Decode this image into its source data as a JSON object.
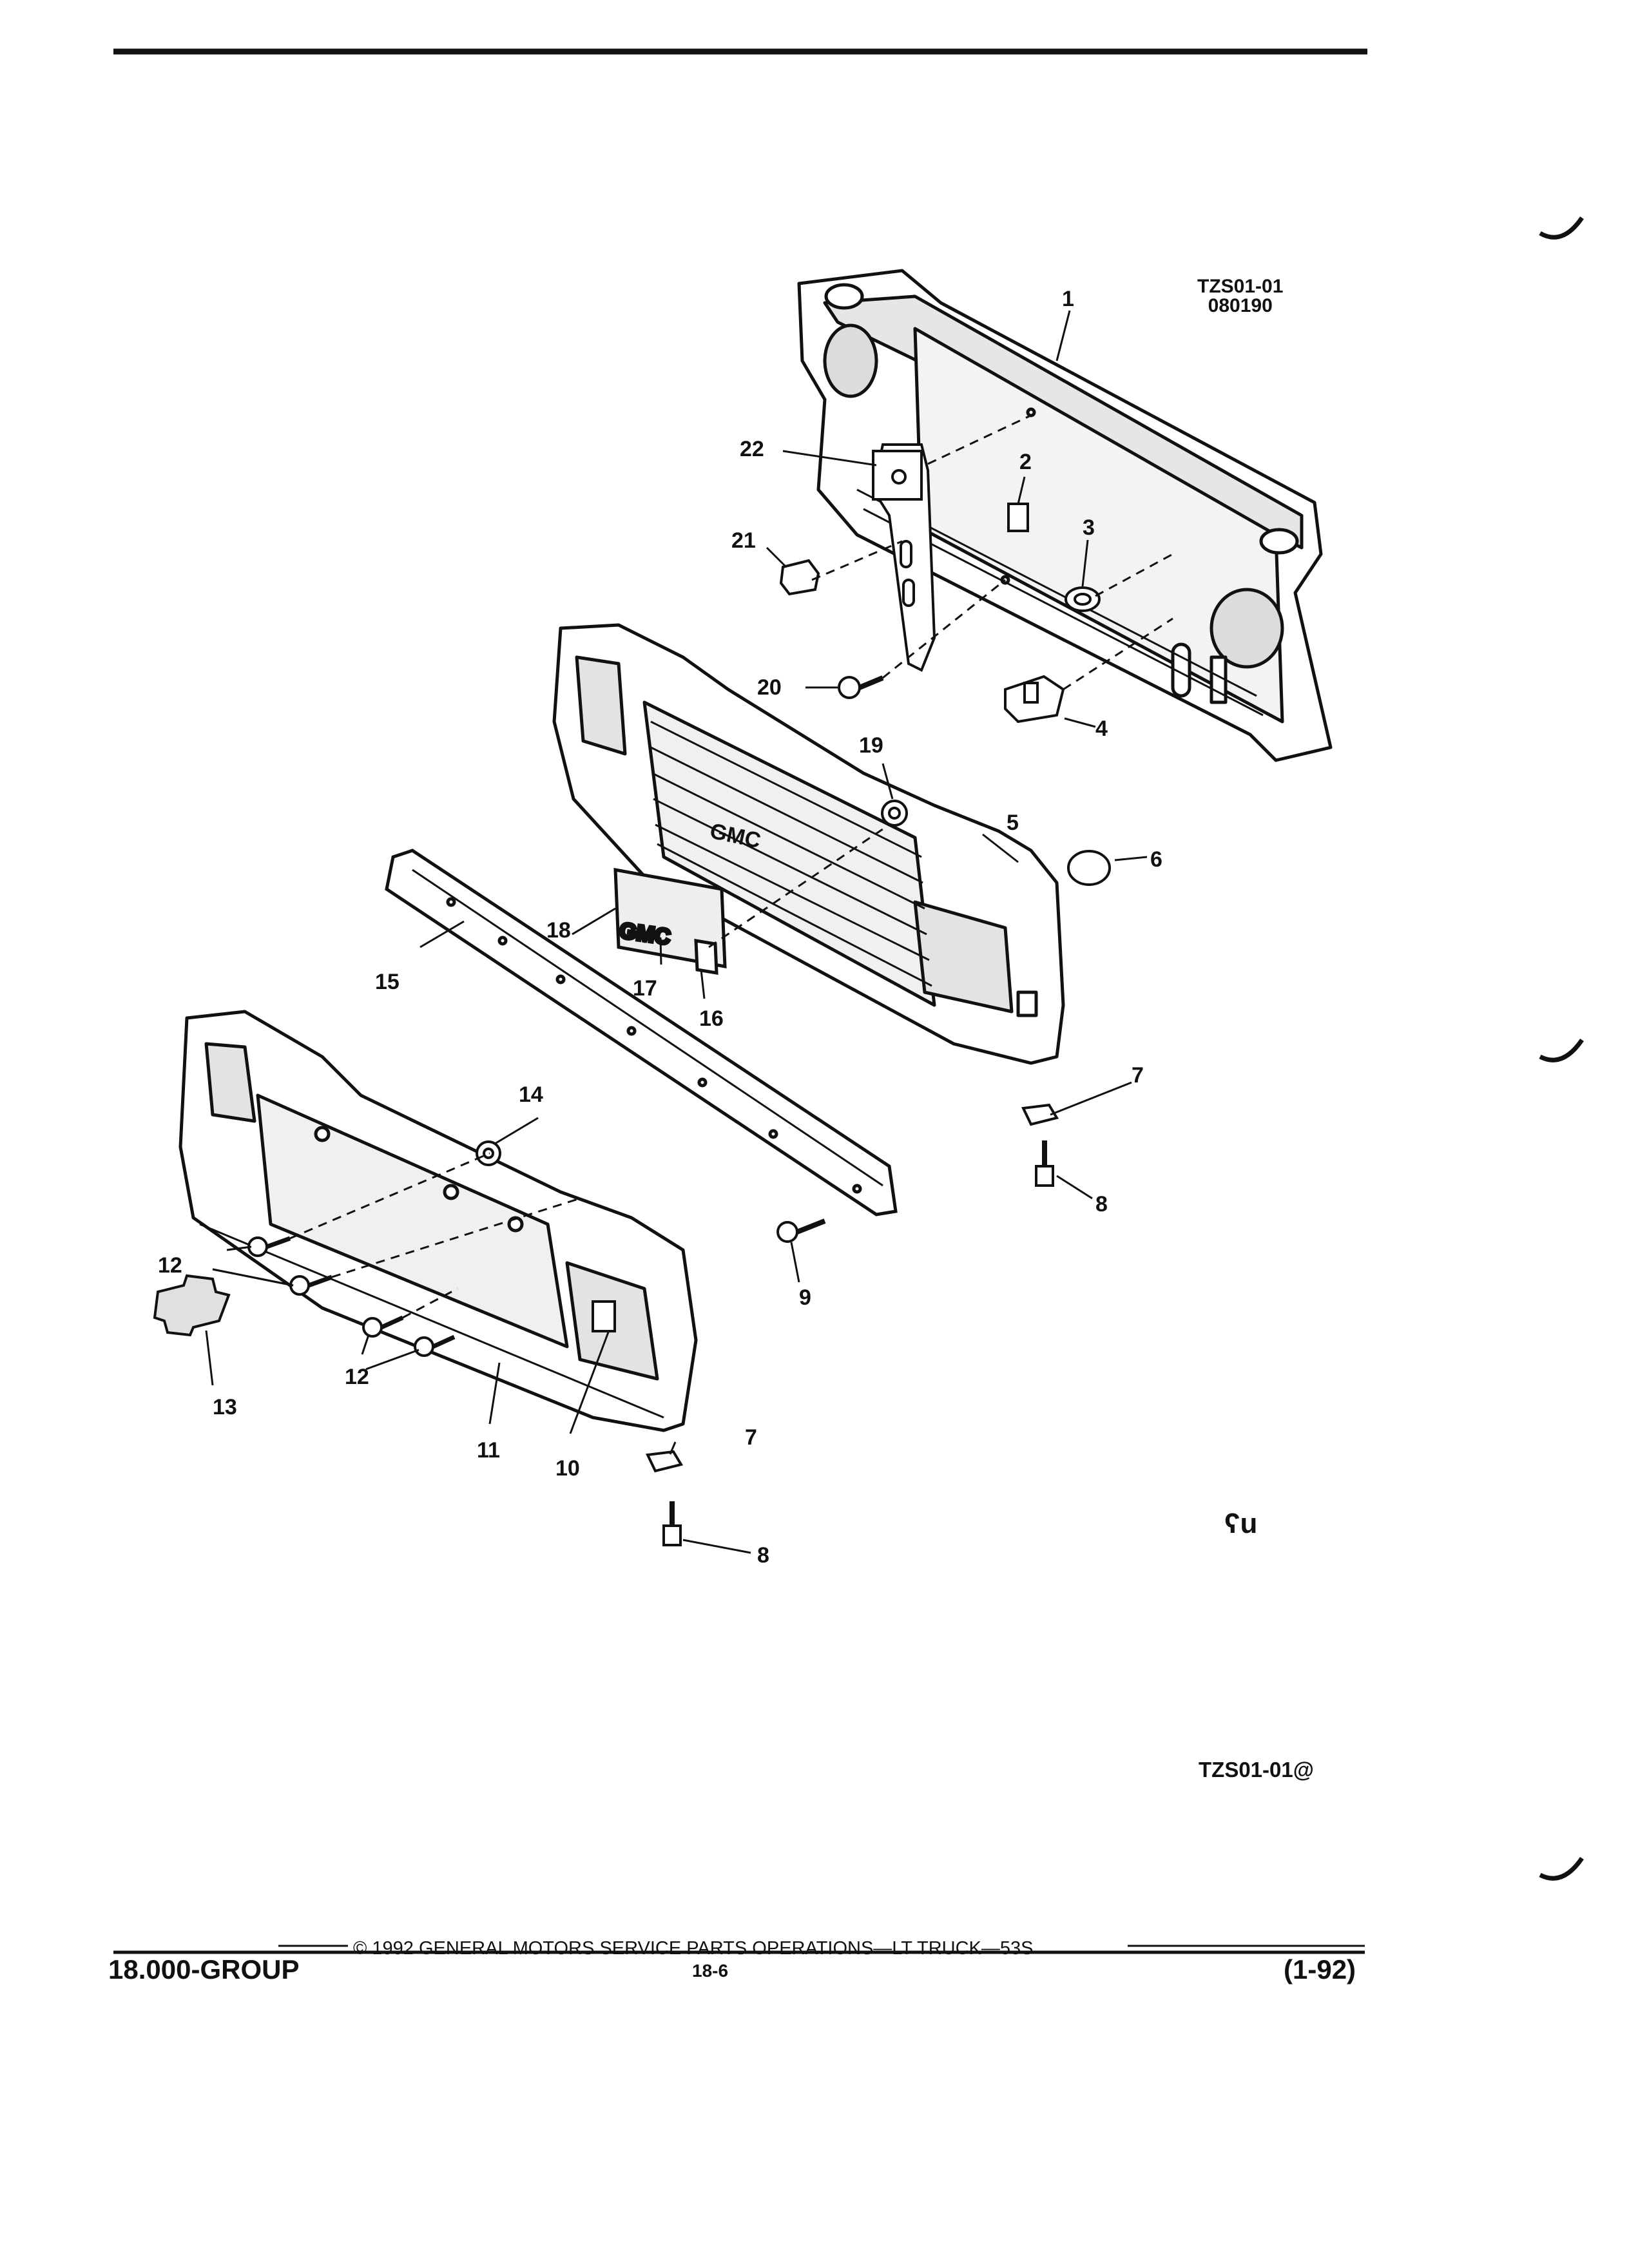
{
  "header": {
    "drawing_code": "TZS01-01",
    "drawing_date": "080190"
  },
  "diagram": {
    "brand_lettering": "GMC",
    "callouts": [
      "1",
      "2",
      "3",
      "4",
      "5",
      "6",
      "7",
      "8",
      "9",
      "10",
      "11",
      "12",
      "13",
      "14",
      "15",
      "16",
      "17",
      "18",
      "19",
      "20",
      "21",
      "22"
    ],
    "figure_code": "TZS01-01@",
    "marginal_mark": "ʕu"
  },
  "footer": {
    "copyright": "© 1992 GENERAL MOTORS SERVICE PARTS OPERATIONS—LT TRUCK—53S",
    "group": "18.000-GROUP",
    "page": "18-6",
    "revision": "(1-92)"
  }
}
